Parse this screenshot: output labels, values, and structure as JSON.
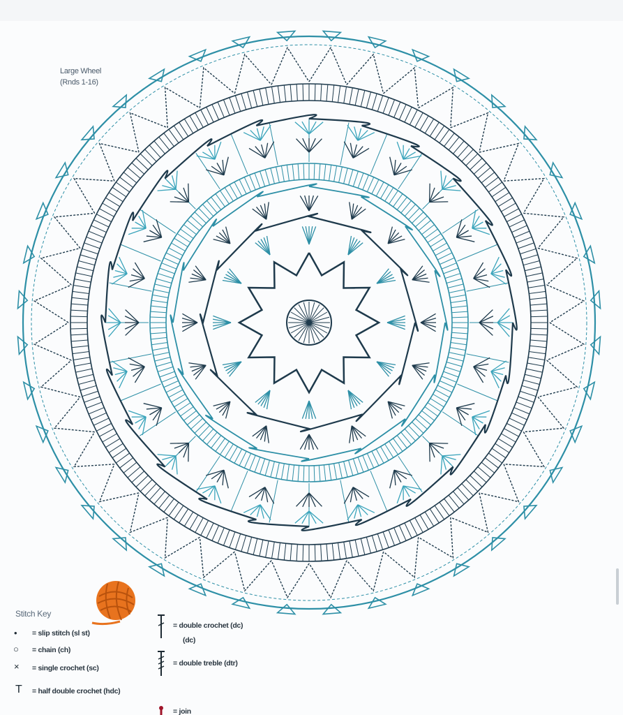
{
  "diagram": {
    "title": "Large Wheel",
    "subtitle": "(Rnds 1-16)"
  },
  "stitch_key": {
    "heading": "Stitch Key",
    "items_left": [
      {
        "symbol": "•",
        "label": "= slip stitch (sl st)"
      },
      {
        "symbol": "○",
        "label": "= chain (ch)"
      },
      {
        "symbol": "×",
        "label": "= single crochet (sc)"
      },
      {
        "symbol": "T",
        "label": "= half double crochet (hdc)"
      }
    ],
    "items_right": [
      {
        "label": "= double crochet (dc)",
        "label_cont": "(dc)"
      },
      {
        "label": "= double treble (dtr)"
      },
      {
        "label": "= join"
      }
    ]
  },
  "colors": {
    "teal": "#2d8fa6",
    "dark_navy": "#1e3a4c",
    "light_teal": "#3aa4bb",
    "yarn_orange": "#e8731e"
  },
  "icons": {
    "yarn": "yarn-ball-icon",
    "slip_stitch": "dot-icon",
    "chain": "oval-icon",
    "single_crochet": "cross-icon",
    "half_double_crochet": "t-stitch-icon",
    "double_crochet": "dc-stitch-icon",
    "double_treble": "dtr-stitch-icon",
    "join": "join-icon"
  }
}
